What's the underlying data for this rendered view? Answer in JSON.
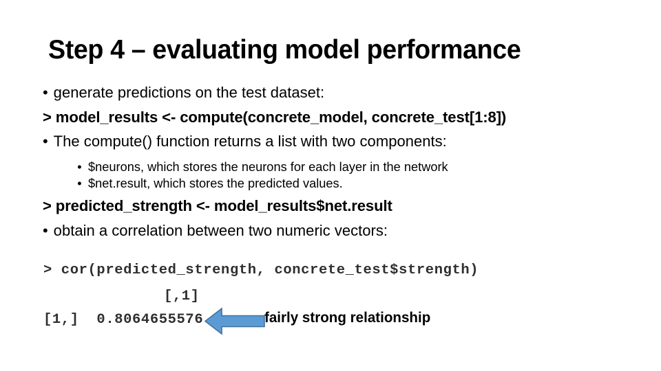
{
  "slide": {
    "title": "Step 4 – evaluating model performance",
    "background_color": "#FFFFFF",
    "text_color": "#000000"
  },
  "body": {
    "lines": [
      {
        "kind": "bullet",
        "level": 1,
        "marker": "•",
        "text": "generate predictions on the test dataset:"
      },
      {
        "kind": "prompt",
        "level": 1,
        "marker": "",
        "text": "> model_results <- compute(concrete_model, concrete_test[1:8])"
      },
      {
        "kind": "bullet",
        "level": 1,
        "marker": "•",
        "text": "The compute() function returns a list with two components:"
      },
      {
        "kind": "bullet",
        "level": 2,
        "marker": "•",
        "text": "$neurons, which stores the neurons for each layer in the network"
      },
      {
        "kind": "bullet",
        "level": 2,
        "marker": "•",
        "text": "$net.result, which stores the predicted values."
      },
      {
        "kind": "prompt",
        "level": 1,
        "marker": "",
        "text": "> predicted_strength <- model_results$net.result"
      },
      {
        "kind": "bullet",
        "level": 1,
        "marker": "•",
        "text": "obtain a correlation between two numeric vectors:"
      }
    ]
  },
  "console": {
    "command": "> cor(predicted_strength, concrete_test$strength)",
    "column_header": "[,1]",
    "result_row_label": "[1,]",
    "result_value": "0.8064655576",
    "result_line": "[1,]  0.8064655576",
    "text_color": "#2F2F33"
  },
  "callout": {
    "icon": "left-arrow-icon",
    "label": "fairly strong relationship",
    "fill_color": "#5B9BD5",
    "stroke_color": "#41719C"
  }
}
